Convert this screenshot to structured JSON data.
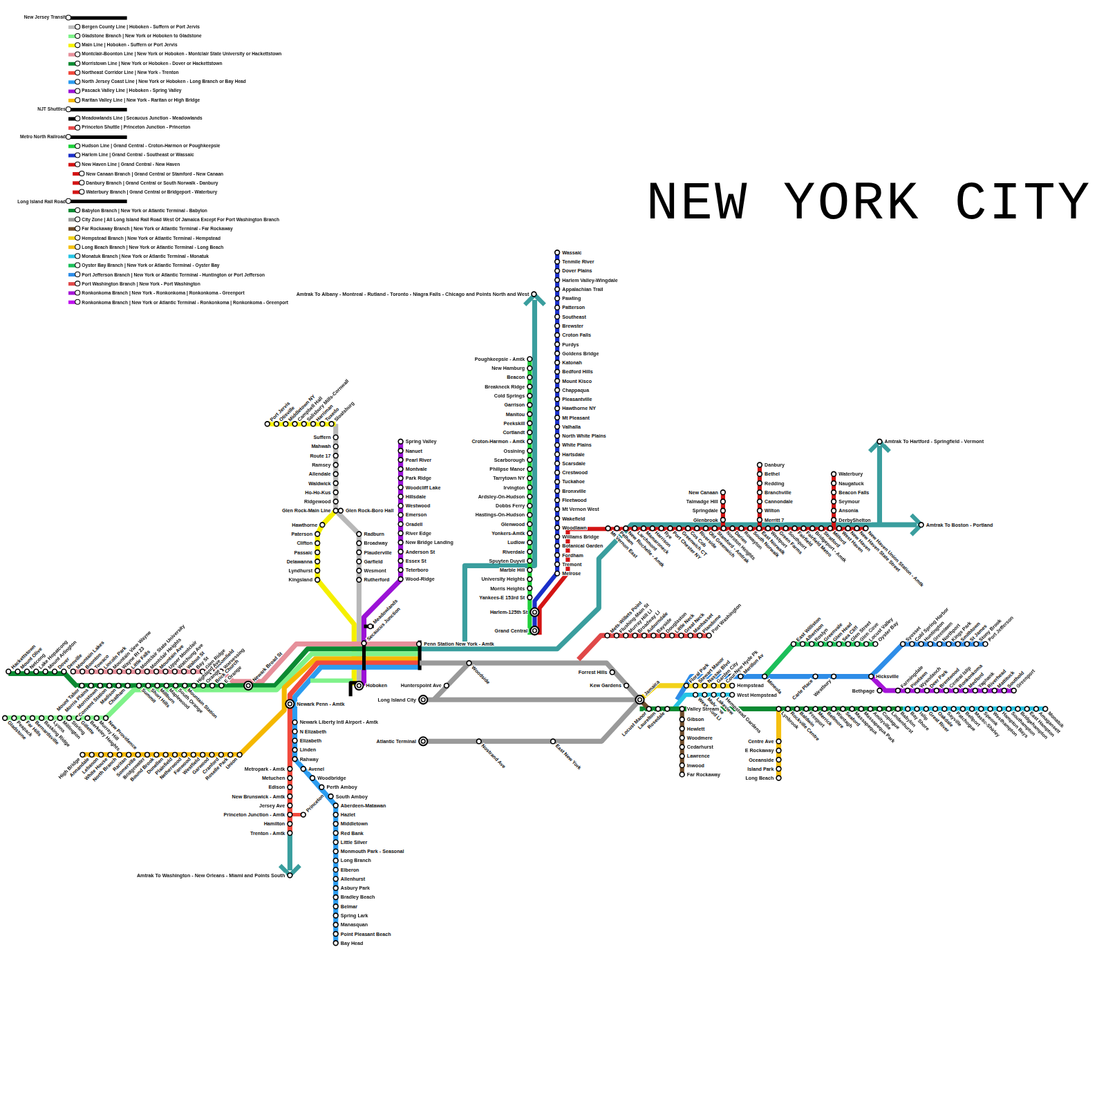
{
  "diagram": {
    "title": "NEW YORK CITY",
    "labels": [
      "Poughkeepsie - Amtk",
      "New Hamburg",
      "Beacon",
      "Breakneck Ridge",
      "Cold Springs",
      "Garrison",
      "Manitou",
      "Peekskill",
      "Cortlandt",
      "Croton-Harmon - Amtk",
      "Ossining",
      "Scarborough",
      "Philipse Manor",
      "Tarrytown NY",
      "Irvington",
      "Ardsley-On-Hudson",
      "Dobbs Ferry",
      "Hastings-On-Hudson",
      "Glenwood",
      "Yonkers-Amtk",
      "Ludlow",
      "Riverdale",
      "Spuyten Duyvil",
      "Marble Hill",
      "University Heights",
      "Morris Heights",
      "Yankees-E 153rd St",
      "Harlem-125th St",
      "Grand Central",
      "Amtrak To Albany - Montreal - Rutland - Toronto - Niagra Falls - Chicago and Points North and West",
      "Wassaic",
      "Tenmile River",
      "Dover Plains",
      "Harlem Valley-Wingdale",
      "Appalachian Trail",
      "Pawling",
      "Patterson",
      "Southeast",
      "Brewster",
      "Croton Falls",
      "Purdys",
      "Goldens Bridge",
      "Katonah",
      "Bedford Hills",
      "Mount Kisco",
      "Chappaqua",
      "Pleasantville",
      "Hawthorne NY",
      "Mt Pleasant",
      "Valhalla",
      "North White Plains",
      "White Plains",
      "Hartsdale",
      "Scarsdale",
      "Crestwood",
      "Tuckahoe",
      "Bronxville",
      "Fleetwood",
      "Mt Vernon West",
      "Wakefield",
      "Woodlawn",
      "Williams Bridge",
      "Botanical Garden",
      "Fordham",
      "Tremont",
      "Melrose",
      "Mt Vernon East",
      "Pelham",
      "New Rochelle - Amtk",
      "Larchmont",
      "Mamaroneck",
      "Harrison",
      "Rye",
      "Port Chester NY",
      "Greenwich CT",
      "Cos Cob",
      "Riverside",
      "Old Greenwich",
      "Stamford - Amtrak",
      "Noroton Heights",
      "Darien",
      "Rowayton",
      "South Norwalk",
      "East Norwalk",
      "Westport",
      "Green Farms",
      "Southport",
      "Fairfield",
      "Fairfield Metro",
      "Bridgeport - Amtk",
      "Stratford",
      "Milford",
      "West Haven",
      "New Haven",
      "New Haven State Street",
      "New Haven Union Station - Amtk",
      "New Canaan",
      "Talmadge Hill",
      "Springdale",
      "Glenbrook",
      "Danbury",
      "Bethel",
      "Redding",
      "Branchville",
      "Cannondale",
      "Wilton",
      "Merritt 7",
      "Waterbury",
      "Naugatuck",
      "Beacon Falls",
      "Seymour",
      "Ansonia",
      "DerbyShelton",
      "Amtrak To Hartford - Springfield - Vermont",
      "Amtrak To Boston - Portland",
      "Port Jervis",
      "Otisville",
      "Middletown NY",
      "Campbell Hall",
      "Salisbury Mills-Cornwall",
      "Harriman",
      "Tuxedo",
      "Sloatsburg",
      "Suffern",
      "Mahwah",
      "Route 17",
      "Ramsey",
      "Allendale",
      "Waldwick",
      "Ho-Ho-Kus",
      "Ridgewood",
      "Glen Rock-Main Line",
      "Glen Rock-Boro Hall",
      "Hawthorne",
      "Paterson",
      "Clifton",
      "Passaic",
      "Delawanna",
      "Lyndhurst",
      "Kingsland",
      "Radburn",
      "Broadway",
      "Plauderville",
      "Garfield",
      "Wesmont",
      "Rutherford",
      "Spring Valley",
      "Nanuet",
      "Pearl River",
      "Montvale",
      "Park Ridge",
      "Woodcliff Lake",
      "Hillsdale",
      "Westwood",
      "Emerson",
      "Oradell",
      "River Edge",
      "New Bridge Landing",
      "Anderson St",
      "Essex St",
      "Teterboro",
      "Wood-Ridge",
      "Meadowlands",
      "Secaucus Junction",
      "Penn Station New York - Amtk",
      "Hoboken",
      "Newark Broad St",
      "Newark Penn - Amtk",
      "Hackettstown",
      "Mount Olive",
      "Netcong",
      "Lake Hopatcong",
      "Mount Arlington",
      "Dover",
      "Denville",
      "Mountain Lakes",
      "Boonton",
      "Towaco",
      "Lincoln Park",
      "Mountain View Wayne",
      "Wayne Rt 23",
      "Little Falls",
      "Montclair State University",
      "Montclair Heights",
      "Mountain Ave",
      "Upper Montclair",
      "Watchung Ave",
      "Walnut St",
      "Bay St",
      "Glen Ridge",
      "Bloomfield",
      "Watsessing",
      "Mount Tabor",
      "Morris Plains",
      "Morristown",
      "Convent Station",
      "Madison",
      "Chatham",
      "Summit",
      "Short Hills",
      "Millburn",
      "Maplewood",
      "South Orange",
      "Mountain Station",
      "Highland Ave",
      "Orange",
      "Brick Church",
      "E Orange",
      "Gladstone",
      "Peapack",
      "Far Hills",
      "Bernardsville",
      "Basking Ridge",
      "Lyons",
      "Millington",
      "Stirling",
      "Gillette",
      "Berkeley Heights",
      "Murray Hill",
      "New Providence",
      "High Bridge",
      "Annandale",
      "Lebanon",
      "White House",
      "North Branch",
      "Raritan",
      "Somerville",
      "Bridgewater",
      "Bound Brook",
      "Dunellen",
      "Plainfield",
      "Netherwood",
      "Fanwood",
      "Westfield",
      "Garwood",
      "Cranford",
      "Roselle Park",
      "Union",
      "Newark Liberty Intl Airport - Amtk",
      "N Elizabeth",
      "Elizabeth",
      "Linden",
      "Rahway",
      "Metropark - Amtk",
      "Metuchen",
      "Edison",
      "New Brunswick - Amtk",
      "Jersey Ave",
      "Princeton Junction - Amtk",
      "Hamilton",
      "Trenton - Amtk",
      "Princeton",
      "Amtrak To Washington - New Orleans - Miami and Points South",
      "Avenel",
      "Woodbridge",
      "Perth Amboy",
      "South Amboy",
      "Aberdeen-Matawan",
      "Hazlet",
      "Middletown",
      "Red Bank",
      "Little Silver",
      "Monmouth Park - Seasonal",
      "Long Branch",
      "Elberon",
      "Allenhurst",
      "Asbury Park",
      "Bradley Beach",
      "Belmar",
      "Spring Lark",
      "Manasquan",
      "Point Pleasant Beach",
      "Bay Head",
      "Woodside",
      "Hunterspoint Ave",
      "Long Island City",
      "Forrest Hills",
      "Kew Gardens",
      "Jamaica",
      "Atlantic Terminal",
      "Nostrand Ave",
      "East New York",
      "Mets-Willets Point",
      "Flushing-Main St",
      "Murray Hill LI",
      "Broadway LI",
      "Auburndale",
      "Bayside",
      "Douglaston",
      "Little Neck",
      "Great Neck",
      "Manhasset",
      "Plandome",
      "Port Washington",
      "Floral Park",
      "Stewart Manor",
      "Nassau Blvd",
      "Garden City",
      "Country Life Press",
      "Hempstead",
      "Westwood LI",
      "Malverne",
      "Lakeview",
      "Hempstead Gardens",
      "West Hempstead",
      "New Hyde Pk",
      "Merillon Av",
      "Mineola",
      "Carle Place",
      "Westbury",
      "Hicksville",
      "East Williston",
      "Albertson",
      "Roslyn",
      "Greenvale",
      "Glen Head",
      "Sea Cliff",
      "Glen Street",
      "Glen Cove",
      "Locust Valley",
      "Oyster Bay",
      "Syosset",
      "Cold Spring Harbor",
      "Huntington",
      "Greenlawn",
      "Northport",
      "Kings Park",
      "Smithtown",
      "St James",
      "Stony Brook",
      "Port Jefferson",
      "Bethpage",
      "Farmingdale",
      "Pinelawn",
      "Wyandanch",
      "Deer Park",
      "Brentwood",
      "Central Islip",
      "Ronkonkoma",
      "Medford",
      "Yaphank",
      "Riverhead",
      "Mattituck",
      "Southold",
      "Greenport",
      "Locust Manor",
      "Laurelton",
      "Rosedale",
      "Valley Stream",
      "Gibson",
      "Hewlett",
      "Woodmere",
      "Cedarhurst",
      "Lawrence",
      "Inwood",
      "Far Rockaway",
      "Lynbrook",
      "Rockville Centre",
      "Baldwin",
      "Freeport",
      "Merrick",
      "Bellmore",
      "Wantagh",
      "Seaford",
      "Massapequa",
      "Massapequa Park",
      "Amityville",
      "Copiague",
      "Lindenhurst",
      "Babylon",
      "Centre Ave",
      "E Rockaway",
      "Oceanside",
      "Island Park",
      "Long Beach",
      "Bay Shore",
      "Islip",
      "Great River",
      "Oakdale",
      "Sayville",
      "Patchogue",
      "Bellport",
      "Mastic-Shirley",
      "Speonk",
      "Westhampton",
      "Hampton Bays",
      "Southampton",
      "Bridgehampton",
      "East Hampton",
      "Amagansett",
      "Monatuk"
    ],
    "legend": [
      {
        "text": "New Jersey Transit",
        "color": "#000000"
      },
      {
        "text": "Bergen County Line | Hoboken - Suffern or Port Jervis",
        "color": "#bbbbbb"
      },
      {
        "text": "Gladstone Branch | New York or Hoboken to Gladstone",
        "color": "#7ff28a"
      },
      {
        "text": "Main Line | Hoboken - Suffern or Port Jervis",
        "color": "#f5f000"
      },
      {
        "text": "Montclair-Boonton Line | New York or Hoboken - Montclair State University or Hackettstown",
        "color": "#e6909b"
      },
      {
        "text": "Morristown Line | New York or Hoboken - Dover or Hackettstown",
        "color": "#0b8a32"
      },
      {
        "text": "Northeast Corridor Line | New York - Trenton",
        "color": "#f24a3d"
      },
      {
        "text": "North Jersey Coast Line | New York or Hoboken - Long Branch or Bay Head",
        "color": "#2b9cf0"
      },
      {
        "text": "Pascack Valley Line | Hoboken - Spring Valley",
        "color": "#9b12d6"
      },
      {
        "text": "Raritan Valley Line | New York - Raritan or High Bridge",
        "color": "#f5b800"
      },
      {
        "text": "NJT Shuttles",
        "color": "#000000"
      },
      {
        "text": "Meadowlands Line | Secaucus Junction - Meadowlands",
        "color": "#000000"
      },
      {
        "text": "Princeton Shuttle | Princeton Junction - Princeton",
        "color": "#e84848"
      },
      {
        "text": "Metro North Railroad",
        "color": "#000000"
      },
      {
        "text": "Hudson Line | Grand Central - Croton-Harmon or Poughkeepsie",
        "color": "#1fd03a"
      },
      {
        "text": "Harlem Line | Grand Central - Southeast or Wassaic",
        "color": "#1a2fc9"
      },
      {
        "text": "New Haven Line | Grand Central - New Haven",
        "color": "#d41414"
      },
      {
        "text": "New Canaan Branch | Grand Central or Stamford - New Canaan",
        "color": "#d41414"
      },
      {
        "text": "Danbury Branch | Grand Central or South Norwalk - Danbury",
        "color": "#d41414"
      },
      {
        "text": "Waterbury Branch | Grand Central or Bridgeport - Waterbury",
        "color": "#d41414"
      },
      {
        "text": "Long Island Rail Road",
        "color": "#000000"
      },
      {
        "text": "Babylon Branch | New York or Atlantic Terminal - Babylon",
        "color": "#0b8a32"
      },
      {
        "text": "City Zone | All Long Island Rail Road West Of Jamaica Except For Port Washington Branch",
        "color": "#9a9a9a"
      },
      {
        "text": "Far Rockaway Branch | New York or Atlantic Terminal - Far Rockaway",
        "color": "#6e4c2b"
      },
      {
        "text": "Hempstead Branch | New York or Atlantic Terminal - Hempstead",
        "color": "#f2d21a"
      },
      {
        "text": "Long Beach Branch | New York or Atlantic Terminal - Long Beach",
        "color": "#f5c010"
      },
      {
        "text": "Monatuk Branch | New York or Atlantic Terminal - Monatuk",
        "color": "#25c4e4"
      },
      {
        "text": "Oyster Bay Branch | New York or Atlantic Terminal - Oyster Bay",
        "color": "#1bbf5a"
      },
      {
        "text": "Port Jefferson Branch | New York or Atlantic Terminal - Huntington or Port Jefferson",
        "color": "#2e8de8"
      },
      {
        "text": "Port Washington Branch | New York - Port Washington",
        "color": "#e04848"
      },
      {
        "text": "Ronkonkoma Branch | New York - Ronkonkoma | Ronkonkoma - Greenport",
        "color": "#a515d8"
      },
      {
        "text": "Ronkonkoma Branch | New York or Atlantic Terminal - Ronkonkoma | Ronkonkoma - Greenport",
        "color": "#c010f0"
      }
    ]
  }
}
